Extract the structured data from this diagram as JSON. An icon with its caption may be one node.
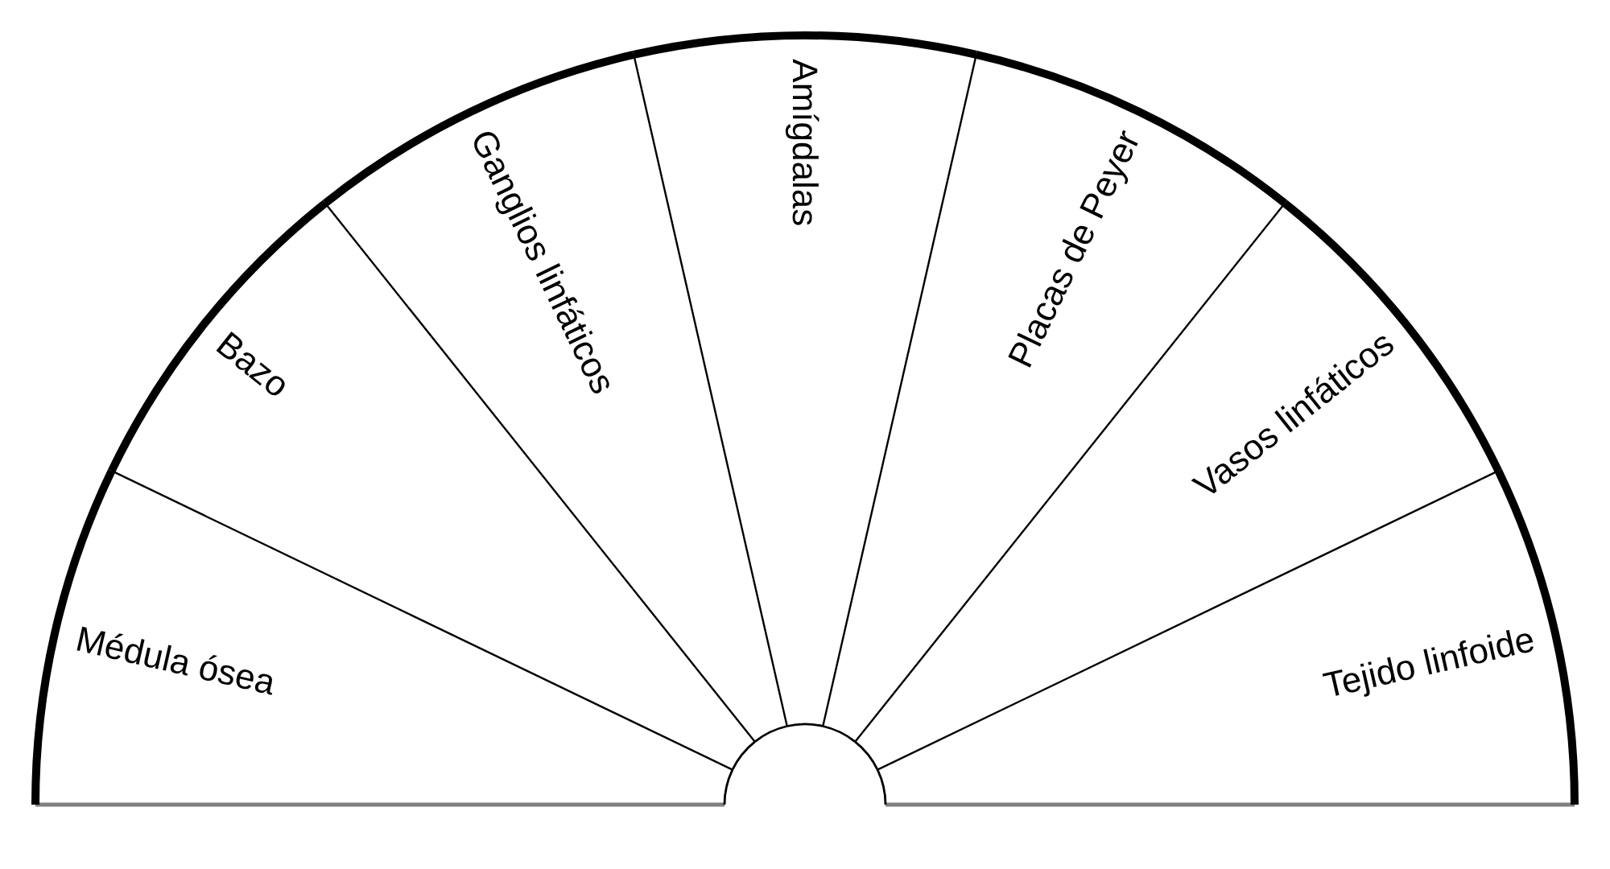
{
  "diagram": {
    "nodes": [
      {
        "text": [
          "Médula ósea"
        ]
      },
      {
        "text": [
          "Bazo"
        ]
      },
      {
        "text": [
          "Ganglios linfáticos"
        ]
      },
      {
        "text": [
          "Amígdalas"
        ]
      },
      {
        "text": [
          "Placas de Peyer"
        ]
      },
      {
        "text": [
          "Vasos linfáticos"
        ]
      },
      {
        "text": [
          "Tejido linfoide"
        ]
      }
    ]
  }
}
